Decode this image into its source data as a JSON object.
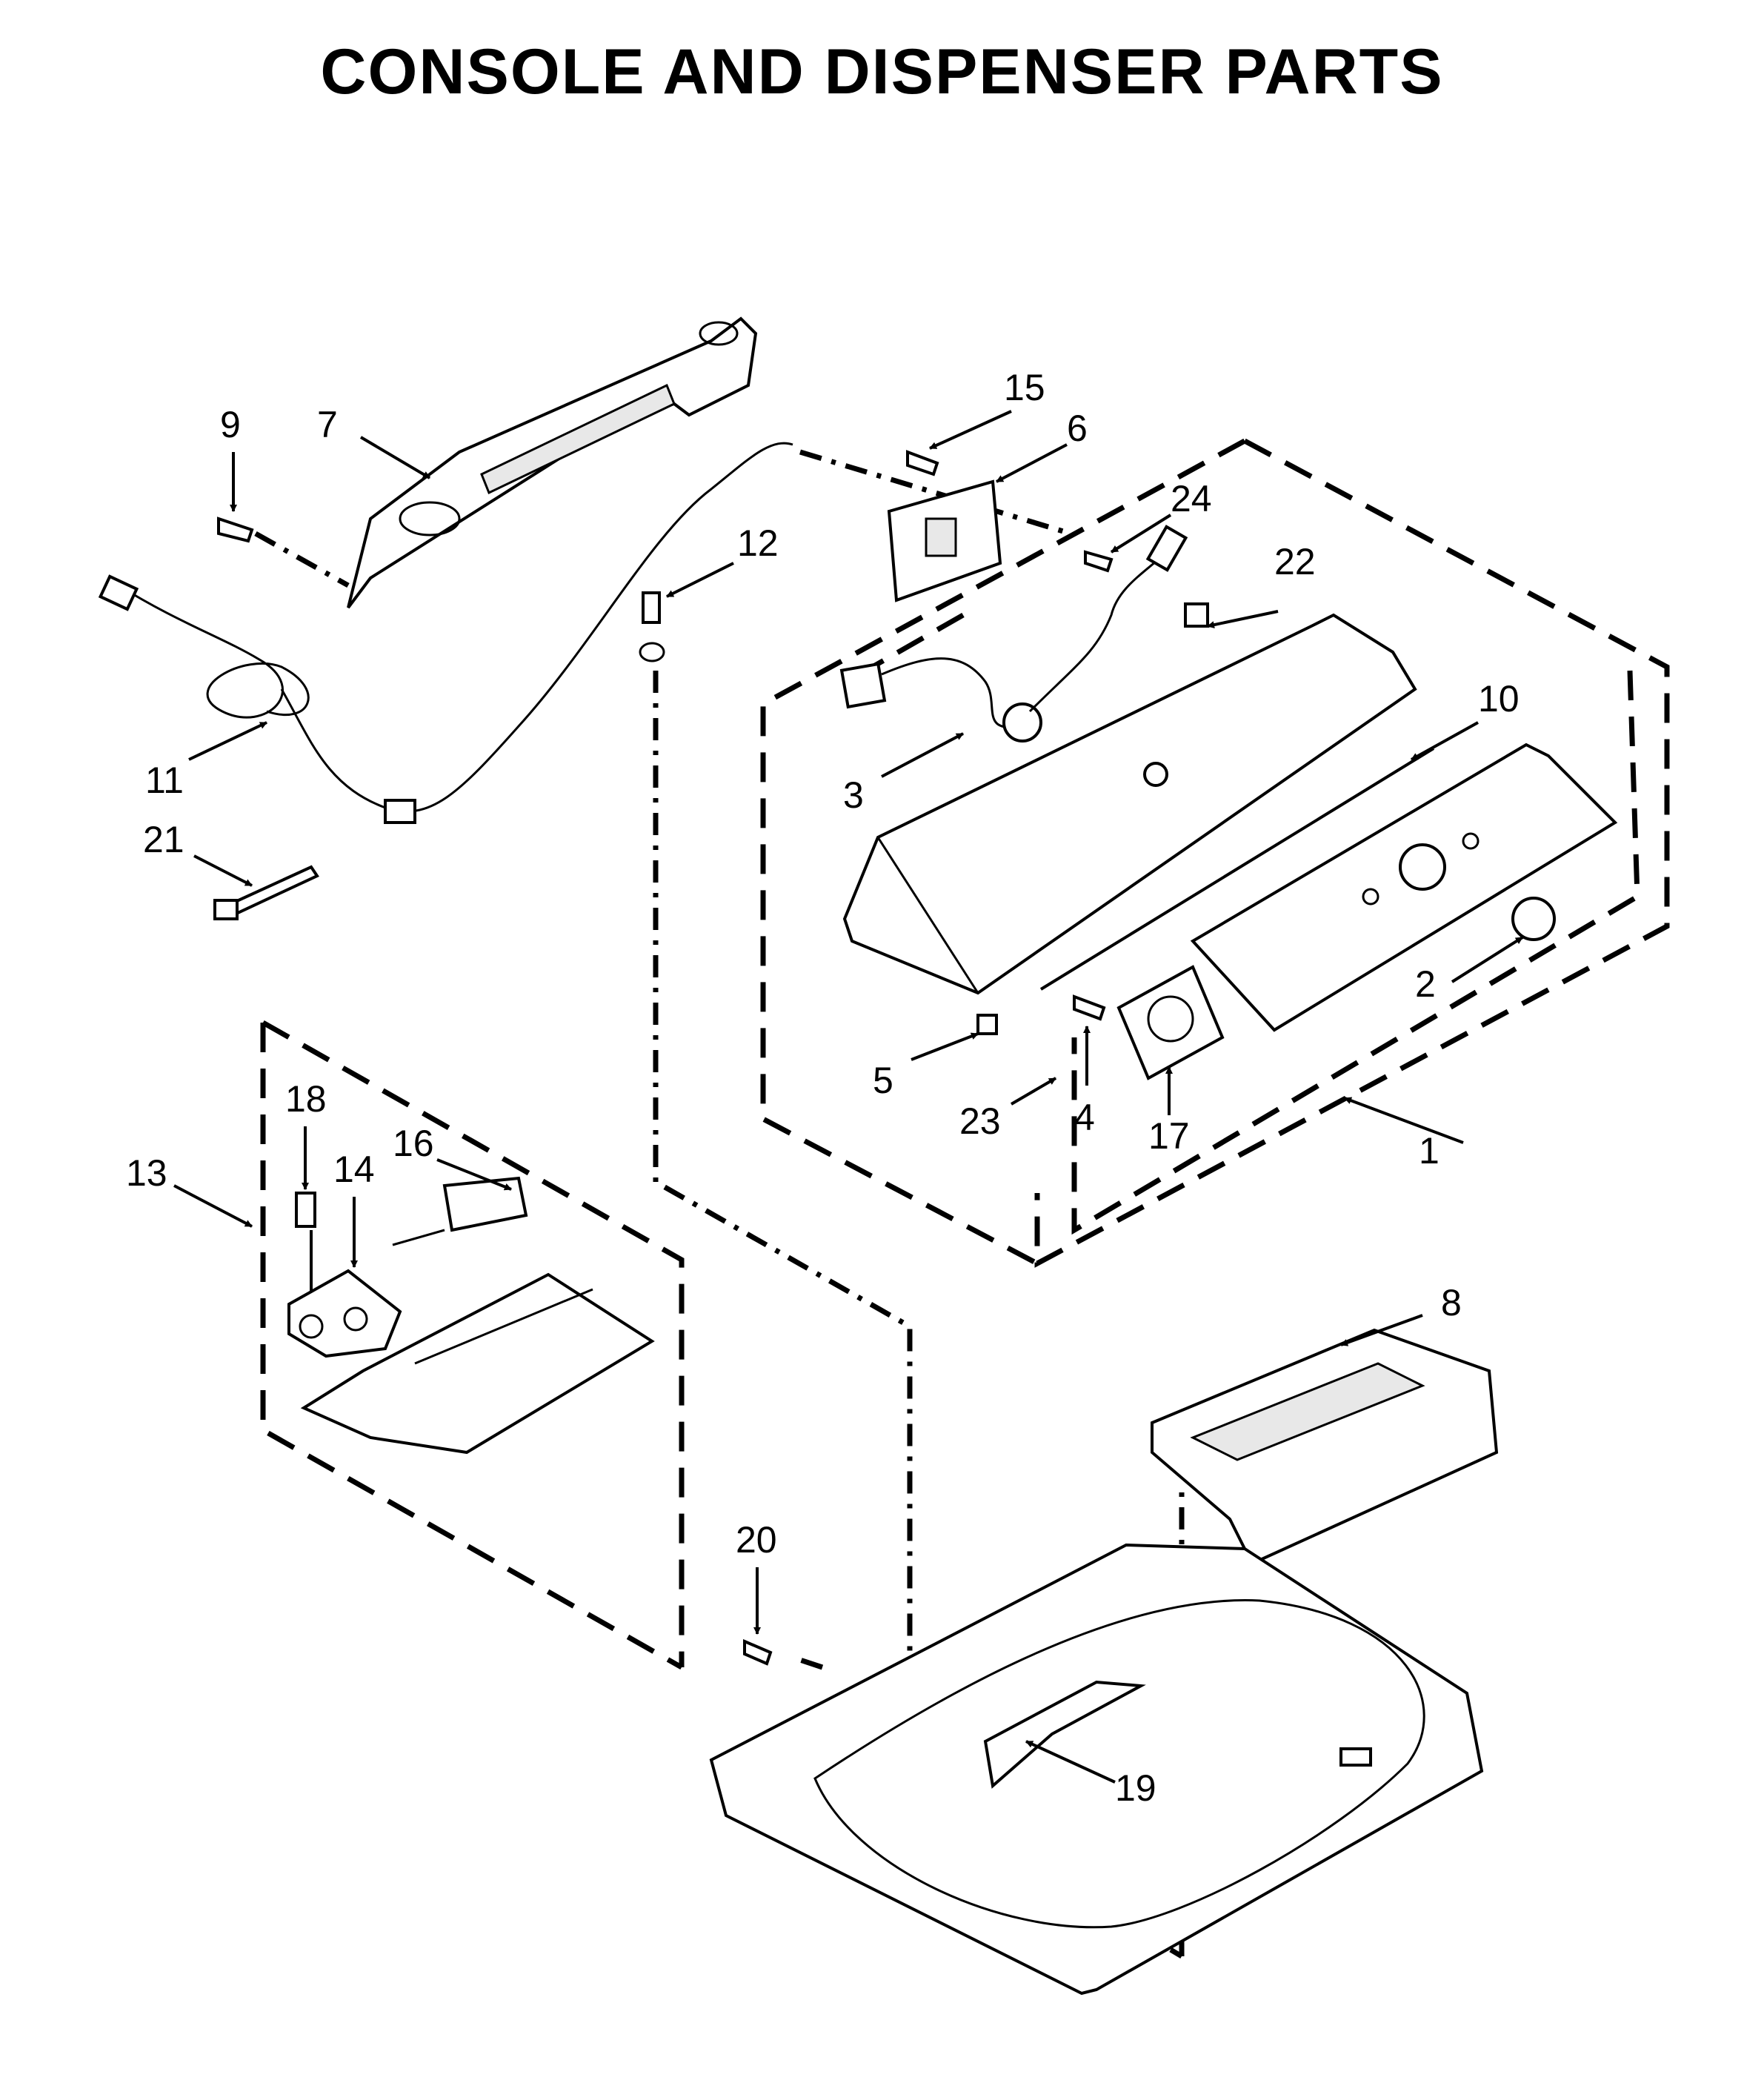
{
  "title": "CONSOLE AND DISPENSER PARTS",
  "callouts": [
    {
      "id": "1",
      "label": "1"
    },
    {
      "id": "2",
      "label": "2"
    },
    {
      "id": "3",
      "label": "3"
    },
    {
      "id": "4",
      "label": "4"
    },
    {
      "id": "5",
      "label": "5"
    },
    {
      "id": "6",
      "label": "6"
    },
    {
      "id": "7",
      "label": "7"
    },
    {
      "id": "8",
      "label": "8"
    },
    {
      "id": "9",
      "label": "9"
    },
    {
      "id": "10",
      "label": "10"
    },
    {
      "id": "11",
      "label": "11"
    },
    {
      "id": "12",
      "label": "12"
    },
    {
      "id": "13",
      "label": "13"
    },
    {
      "id": "14",
      "label": "14"
    },
    {
      "id": "15",
      "label": "15"
    },
    {
      "id": "16",
      "label": "16"
    },
    {
      "id": "17",
      "label": "17"
    },
    {
      "id": "18",
      "label": "18"
    },
    {
      "id": "19",
      "label": "19"
    },
    {
      "id": "20",
      "label": "20"
    },
    {
      "id": "21",
      "label": "21"
    },
    {
      "id": "22",
      "label": "22"
    },
    {
      "id": "23",
      "label": "23"
    },
    {
      "id": "24",
      "label": "24"
    }
  ]
}
